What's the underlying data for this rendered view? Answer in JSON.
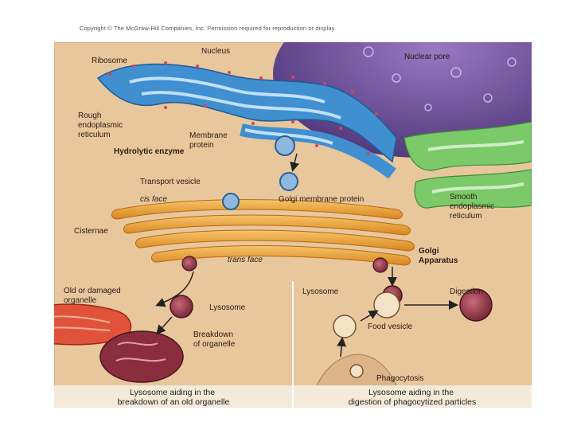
{
  "copyright": "Copyright © The McGraw-Hill Companies, Inc. Permission required for reproduction or display.",
  "labels": {
    "nucleus": "Nucleus",
    "nuclear_pore": "Nuclear pore",
    "ribosome": "Ribosome",
    "rough_er": [
      "Rough",
      "endoplasmic",
      "reticulum"
    ],
    "membrane_protein": [
      "Membrane",
      "protein"
    ],
    "hydrolytic_enzyme": "Hydrolytic enzyme",
    "transport_vesicle": "Transport vesicle",
    "cis_face": "cis face",
    "golgi_membrane_protein": "Golgi membrane protein",
    "smooth_er": [
      "Smooth",
      "endoplasmic",
      "reticulum"
    ],
    "cisternae": "Cisternae",
    "golgi_apparatus": [
      "Golgi",
      "Apparatus"
    ],
    "trans_face": "trans face",
    "old_organelle": [
      "Old or damaged",
      "organelle"
    ],
    "lysosome_left": "Lysosome",
    "breakdown": [
      "Breakdown",
      "of organelle"
    ],
    "lysosome_right": "Lysosome",
    "digestion": "Digestion",
    "food_vesicle": "Food vesicle",
    "phagocytosis": "Phagocytosis"
  },
  "captions": {
    "left": [
      "Lysosome aiding in the",
      "breakdown of an old organelle"
    ],
    "right": [
      "Lysosome aiding in the",
      "digestion of phagocytized particles"
    ]
  },
  "colors": {
    "cytoplasm": "#e8c79c",
    "nucleus": "#6a4d96",
    "rough_er": "#3f8fd1",
    "smooth_er": "#7cc96a",
    "golgi": "#f0a53a",
    "lysosome": "#8a2e3e",
    "mitochondrion": "#e0533a"
  }
}
